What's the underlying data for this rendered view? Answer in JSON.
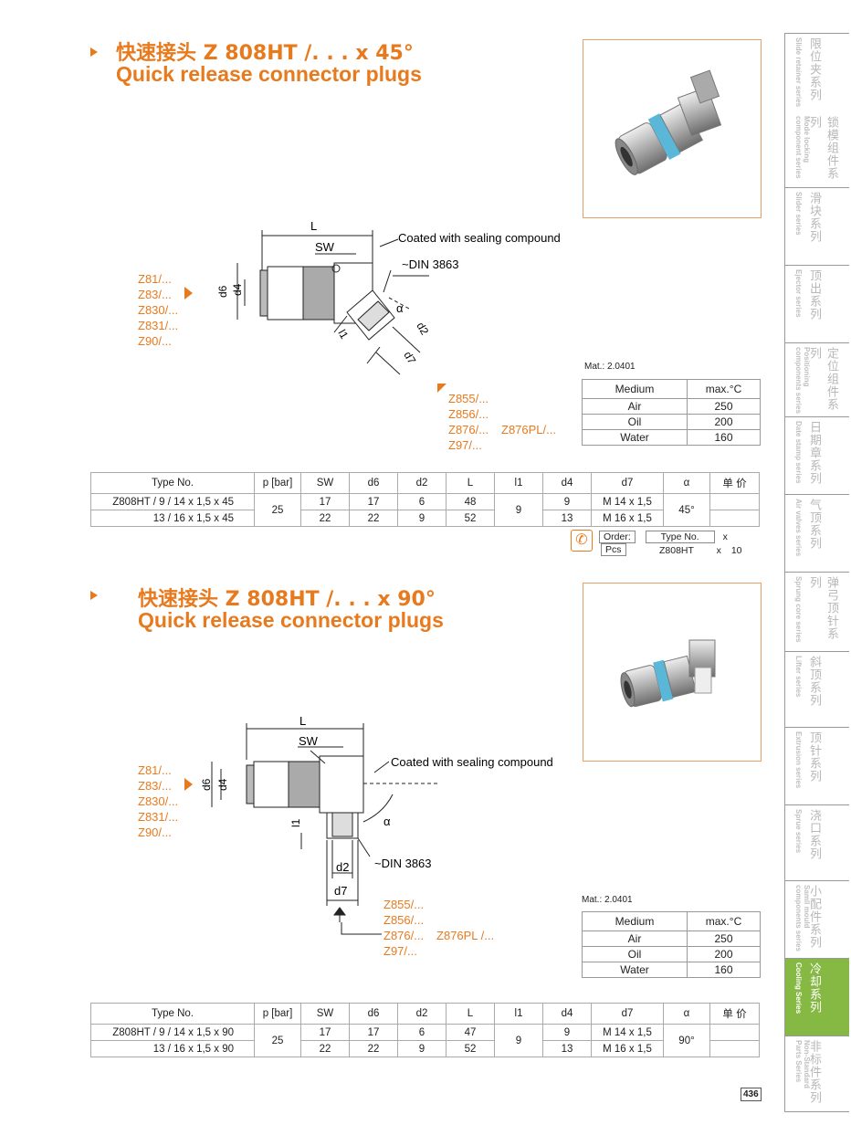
{
  "sections": [
    {
      "title_cn": "快速接头 Z 808HT /. . . x 45°",
      "title_en": "Quick release connector plugs",
      "drawing": {
        "dim_L": "L",
        "dim_SW": "SW",
        "coated_label": "Coated with sealing compound",
        "din_label": "~DIN 3863",
        "d6": "d6",
        "d4": "d4",
        "l1": "l1",
        "d2": "d2",
        "d7": "d7",
        "alpha": "α"
      },
      "left_series": [
        "Z81/...",
        "Z83/...",
        "Z830/...",
        "Z831/...",
        "Z90/..."
      ],
      "bottom_series": [
        "Z855/...",
        "Z856/...",
        "Z876/...",
        "Z97/..."
      ],
      "extra_series": "Z876PL/...",
      "mat": "Mat.: 2.0401",
      "medium_table": {
        "headers": [
          "Medium",
          "max.°C"
        ],
        "rows": [
          [
            "Air",
            "250"
          ],
          [
            "Oil",
            "200"
          ],
          [
            "Water",
            "160"
          ]
        ]
      },
      "spec_table": {
        "headers": [
          "Type No.",
          "p [bar]",
          "SW",
          "d6",
          "d2",
          "L",
          "l1",
          "d4",
          "d7",
          "α",
          "单 价"
        ],
        "rows": [
          [
            "Z808HT / 9 / 14 x 1,5 x 45",
            "25",
            "17",
            "17",
            "6",
            "48",
            "9",
            "9",
            "M 14 x 1,5",
            "45°",
            ""
          ],
          [
            "13 / 16 x 1,5 x 45",
            "",
            "22",
            "22",
            "9",
            "52",
            "",
            "13",
            "M 16 x 1,5",
            "",
            ""
          ]
        ]
      },
      "order": {
        "label": "Order:",
        "type_header": "Type No.",
        "x1": "x",
        "pcs_header": "Pcs",
        "type_value": "Z808HT",
        "x2": "x",
        "pcs_value": "10"
      }
    },
    {
      "title_cn": "快速接头 Z 808HT /. . . x 90°",
      "title_en": "Quick release connector plugs",
      "drawing": {
        "dim_L": "L",
        "dim_SW": "SW",
        "coated_label": "Coated with sealing compound",
        "din_label": "~DIN 3863",
        "d6": "d6",
        "d4": "d4",
        "l1": "l1",
        "d2": "d2",
        "d7": "d7",
        "alpha": "α"
      },
      "left_series": [
        "Z81/...",
        "Z83/...",
        "Z830/...",
        "Z831/...",
        "Z90/..."
      ],
      "bottom_series": [
        "Z855/...",
        "Z856/...",
        "Z876/...",
        "Z97/..."
      ],
      "extra_series": "Z876PL /...",
      "mat": "Mat.: 2.0401",
      "medium_table": {
        "headers": [
          "Medium",
          "max.°C"
        ],
        "rows": [
          [
            "Air",
            "250"
          ],
          [
            "Oil",
            "200"
          ],
          [
            "Water",
            "160"
          ]
        ]
      },
      "spec_table": {
        "headers": [
          "Type No.",
          "p [bar]",
          "SW",
          "d6",
          "d2",
          "L",
          "l1",
          "d4",
          "d7",
          "α",
          "单 价"
        ],
        "rows": [
          [
            "Z808HT / 9 / 14 x 1,5 x 90",
            "25",
            "17",
            "17",
            "6",
            "47",
            "9",
            "9",
            "M 14 x 1,5",
            "90°",
            ""
          ],
          [
            "13 / 16 x 1,5 x 90",
            "",
            "22",
            "22",
            "9",
            "52",
            "",
            "13",
            "M 16 x 1,5",
            "",
            ""
          ]
        ]
      }
    }
  ],
  "sidebar": [
    {
      "cn": "限位夹系列",
      "en": "Slide retainer series"
    },
    {
      "cn": "锁模组件系列",
      "en": "Mode locking\ncomponent series"
    },
    {
      "cn": "滑块系列",
      "en": "Slider series"
    },
    {
      "cn": "顶出系列",
      "en": "Ejector series"
    },
    {
      "cn": "定位组件系列",
      "en": "Positioning\ncomponents series"
    },
    {
      "cn": "日期章系列",
      "en": "Date stamp series"
    },
    {
      "cn": "气顶系列",
      "en": "Air valves series"
    },
    {
      "cn": "弹弓顶针系列",
      "en": "Sprung core series"
    },
    {
      "cn": "斜顶系列",
      "en": "Lifter series"
    },
    {
      "cn": "顶针系列",
      "en": "Extrusion series"
    },
    {
      "cn": "浇口系列",
      "en": "Sprue series"
    },
    {
      "cn": "小配件系列",
      "en": "Samll mould\ncomponents series"
    },
    {
      "cn": "冷却系列",
      "en": "Cooling Series"
    },
    {
      "cn": "非标件系列",
      "en": "Non-Standard\nParts Series"
    }
  ],
  "page_number": "436",
  "colors": {
    "accent": "#e87a1e",
    "active_tab": "#86b943",
    "ring": "#5ab7d8"
  }
}
